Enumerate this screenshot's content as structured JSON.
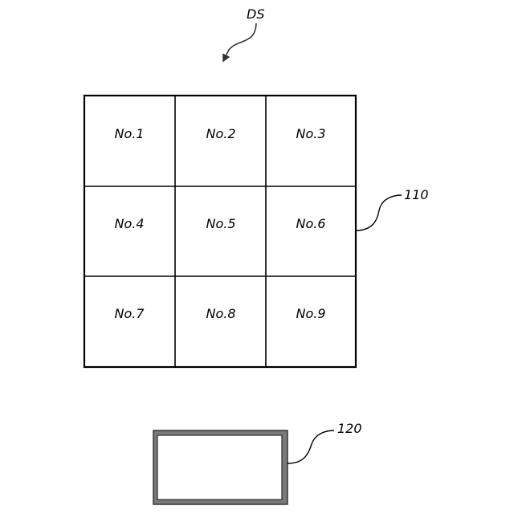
{
  "labels": {
    "ds": "DS",
    "grid_ref": "110",
    "box_ref": "120"
  },
  "grid": {
    "rows": 3,
    "cols": 3,
    "cells": [
      "No.1",
      "No.2",
      "No.3",
      "No.4",
      "No.5",
      "No.6",
      "No.7",
      "No.8",
      "No.9"
    ]
  }
}
